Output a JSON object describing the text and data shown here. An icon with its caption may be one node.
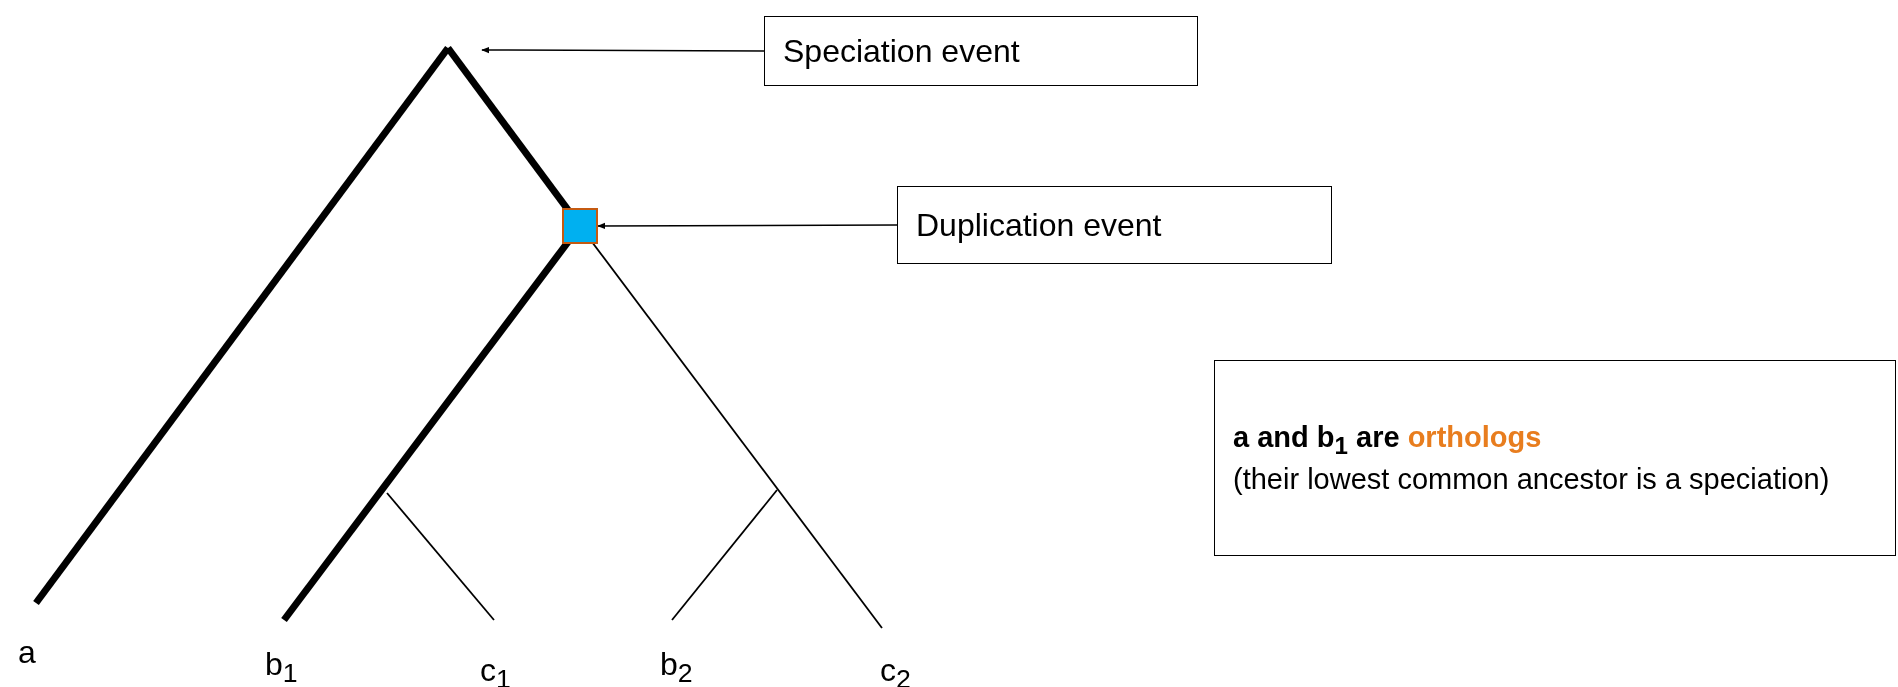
{
  "diagram": {
    "nodes": [
      {
        "text": [
          "Speciation event"
        ]
      },
      {
        "text": [],
        "shape": "box"
      },
      {
        "text": [
          "Duplication event"
        ]
      },
      {
        "text": [
          "a and b$_{1}$ are",
          "orthologs",
          "(their lowest common ancestor is a speciation)"
        ]
      }
    ],
    "edges": [
      {
        "from": 0,
        "to": null,
        "arrow": "to"
      },
      {
        "from": 2,
        "to": 1,
        "arrow": "to"
      }
    ],
    "labels": [
      "a",
      "b$_{1}$",
      "c$_{1}$",
      "b$_{2}$",
      "c$_{2}$"
    ]
  }
}
